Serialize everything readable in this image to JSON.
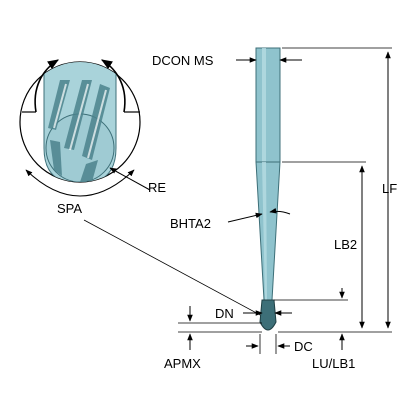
{
  "diagram": {
    "labels": {
      "dcon_ms": "DCON MS",
      "re": "RE",
      "spa": "SPA",
      "bhta2": "BHTA2",
      "lf": "LF",
      "lb2": "LB2",
      "dn": "DN",
      "dc": "DC",
      "apmx": "APMX",
      "lu_lb1": "LU/LB1"
    },
    "colors": {
      "tool_fill": "#8fc3cd",
      "tool_stroke": "#3d6f78",
      "detail_fill": "#a9d3da",
      "flute_dark": "#4c838c",
      "line": "#000000",
      "background": "#ffffff"
    }
  }
}
